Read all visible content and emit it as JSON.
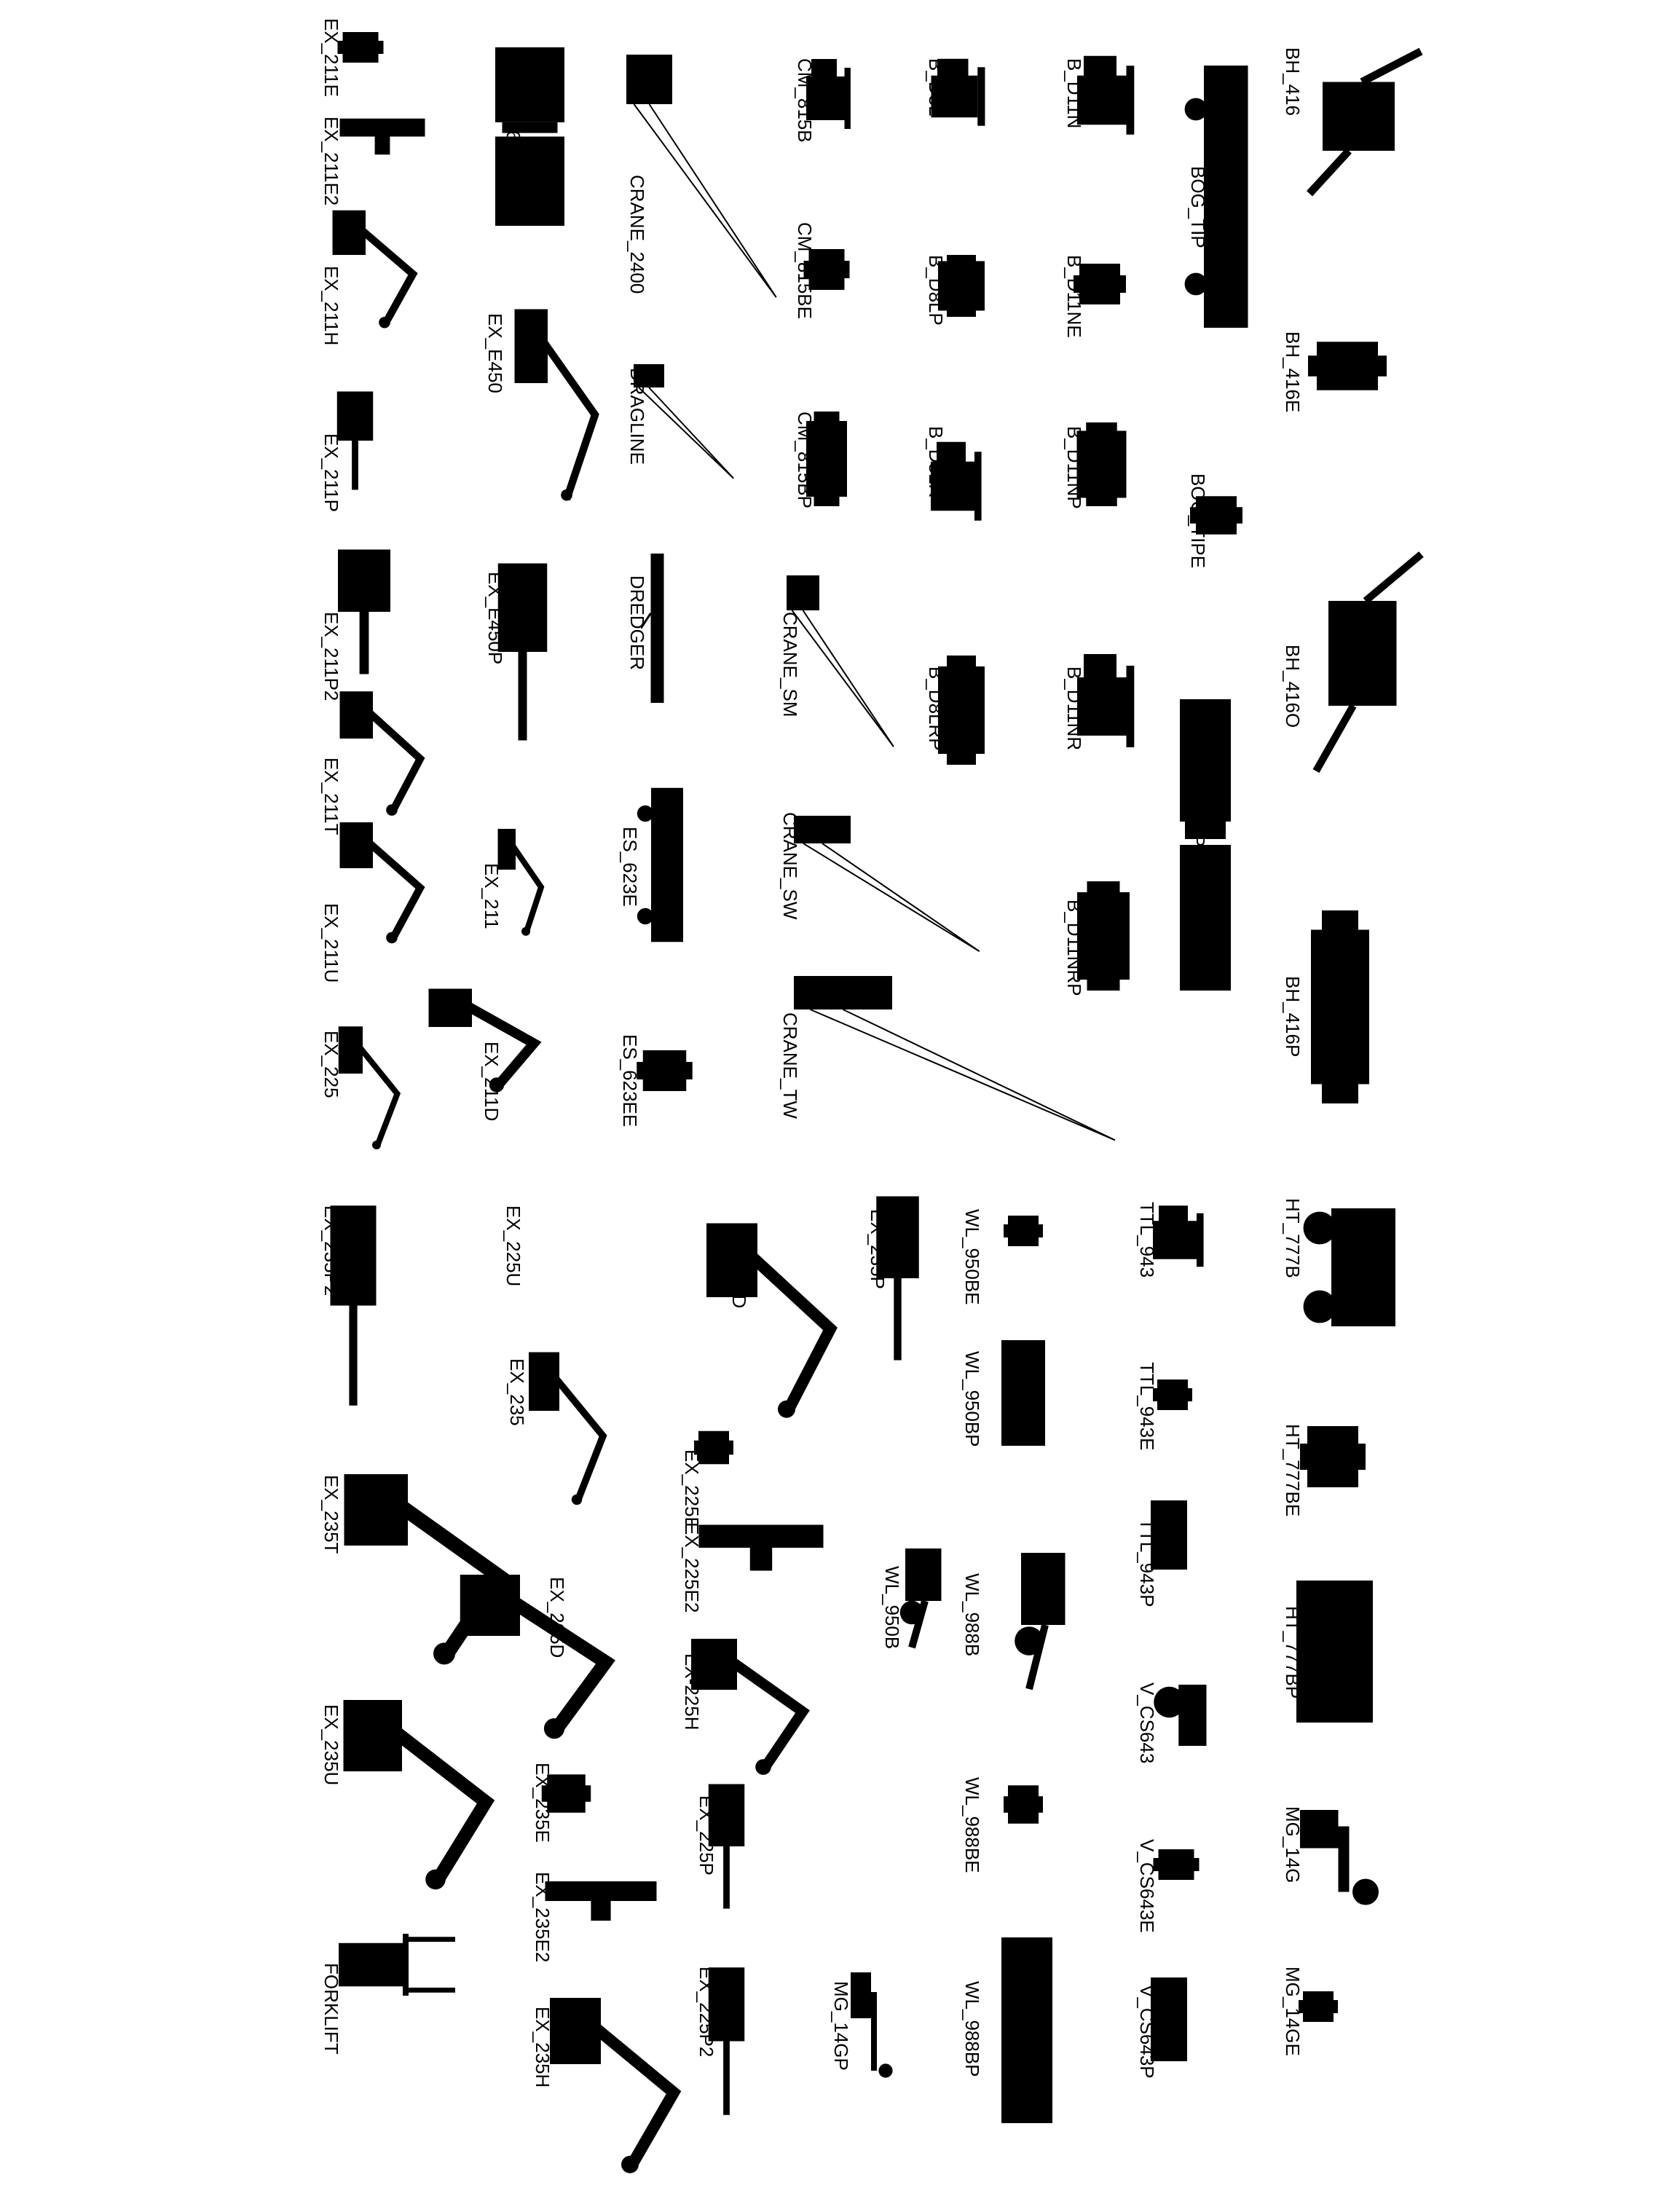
{
  "title": "",
  "ink_color": "#000000",
  "background": "#ffffff",
  "symbols": [
    {
      "id": "bh-416",
      "label": "BH_416",
      "icon": "backhoe-loader-icon"
    },
    {
      "id": "bh-416e",
      "label": "BH_416E",
      "icon": "backhoe-end-view-icon"
    },
    {
      "id": "bh-416o",
      "label": "BH_416O",
      "icon": "backhoe-loader-icon"
    },
    {
      "id": "bh-416p",
      "label": "BH_416P",
      "icon": "backhoe-plan-icon"
    },
    {
      "id": "bog-tip",
      "label": "BOG_TIP",
      "icon": "bogie-tipper-icon"
    },
    {
      "id": "bog-tipe",
      "label": "BOG_TIPE",
      "icon": "tipper-end-view-icon"
    },
    {
      "id": "bog-tipp",
      "label": "BOG_TIPP",
      "icon": "tipper-plan-icon"
    },
    {
      "id": "b-d11n",
      "label": "B_D11N",
      "icon": "bulldozer-icon"
    },
    {
      "id": "b-d11ne",
      "label": "B_D11NE",
      "icon": "bulldozer-end-view-icon"
    },
    {
      "id": "b-d11np",
      "label": "B_D11NP",
      "icon": "bulldozer-plan-icon"
    },
    {
      "id": "b-d11nr",
      "label": "B_D11NR",
      "icon": "ripper-dozer-icon"
    },
    {
      "id": "b-d11nrp",
      "label": "B_D11NRP",
      "icon": "ripper-dozer-plan-icon"
    },
    {
      "id": "b-d8l",
      "label": "B_D8L",
      "icon": "bulldozer-icon"
    },
    {
      "id": "b-d8lp",
      "label": "B_D8LP",
      "icon": "bulldozer-plan-icon"
    },
    {
      "id": "b-d8lr",
      "label": "B_D8LR",
      "icon": "ripper-dozer-icon"
    },
    {
      "id": "b-d8lrp",
      "label": "B_D8LRP",
      "icon": "ripper-dozer-plan-icon"
    },
    {
      "id": "cm-815b",
      "label": "CM_815B",
      "icon": "compactor-icon"
    },
    {
      "id": "cm-815be",
      "label": "CM_815BE",
      "icon": "compactor-end-view-icon"
    },
    {
      "id": "cm-815bp",
      "label": "CM_815BP",
      "icon": "compactor-plan-icon"
    },
    {
      "id": "crane-sm",
      "label": "CRANE_SM",
      "icon": "mobile-crane-icon"
    },
    {
      "id": "crane-sw",
      "label": "CRANE_SW",
      "icon": "lattice-crane-icon"
    },
    {
      "id": "crane-tw",
      "label": "CRANE_TW",
      "icon": "tower-crane-icon"
    },
    {
      "id": "crane-2400",
      "label": "CRANE_2400",
      "icon": "crawler-crane-icon"
    },
    {
      "id": "dragline",
      "label": "DRAGLINE",
      "icon": "dragline-icon"
    },
    {
      "id": "dredger",
      "label": "DREDGER",
      "icon": "dredger-icon"
    },
    {
      "id": "es-623e",
      "label": "ES_623E",
      "icon": "scraper-icon"
    },
    {
      "id": "es-623ee",
      "label": "ES_623EE",
      "icon": "scraper-end-view-icon"
    },
    {
      "id": "es-623ep",
      "label": "ES_623EP",
      "icon": "scraper-plan-icon"
    },
    {
      "id": "ex-e450",
      "label": "EX_E450",
      "icon": "excavator-icon"
    },
    {
      "id": "ex-e450p",
      "label": "EX_E450P",
      "icon": "excavator-plan-icon"
    },
    {
      "id": "ex-211",
      "label": "EX_211",
      "icon": "excavator-icon"
    },
    {
      "id": "ex-211d",
      "label": "EX_211D",
      "icon": "excavator-icon"
    },
    {
      "id": "ex-211e",
      "label": "EX_211E",
      "icon": "excavator-end-view-icon"
    },
    {
      "id": "ex-211e2",
      "label": "EX_211E2",
      "icon": "excavator-plan-icon"
    },
    {
      "id": "ex-211h",
      "label": "EX_211H",
      "icon": "excavator-icon"
    },
    {
      "id": "ex-211p",
      "label": "EX_211P",
      "icon": "excavator-plan-icon"
    },
    {
      "id": "ex-211p2",
      "label": "EX_211P2",
      "icon": "excavator-plan-icon"
    },
    {
      "id": "ex-211t",
      "label": "EX_211T",
      "icon": "excavator-icon"
    },
    {
      "id": "ex-211u",
      "label": "EX_211U",
      "icon": "excavator-icon"
    },
    {
      "id": "ex-225",
      "label": "EX_225",
      "icon": "excavator-icon"
    },
    {
      "id": "ex-225d",
      "label": "EX_225D",
      "icon": "excavator-icon"
    },
    {
      "id": "ex-225e",
      "label": "EX_225E",
      "icon": "excavator-end-view-icon"
    },
    {
      "id": "ex-225e2",
      "label": "EX_225E2",
      "icon": "excavator-plan-icon"
    },
    {
      "id": "ex-225h",
      "label": "EX-225H",
      "icon": "excavator-icon"
    },
    {
      "id": "ex-225p",
      "label": "EX_225P",
      "icon": "excavator-plan-icon"
    },
    {
      "id": "ex-225p2",
      "label": "EX_225P2",
      "icon": "excavator-plan-icon"
    },
    {
      "id": "ex-225u",
      "label": "EX_225U",
      "icon": "excavator-icon"
    },
    {
      "id": "ex-235",
      "label": "EX_235",
      "icon": "excavator-icon"
    },
    {
      "id": "ex-235d",
      "label": "EX_235D",
      "icon": "excavator-icon"
    },
    {
      "id": "ex-235e",
      "label": "EX_235E",
      "icon": "excavator-end-view-icon"
    },
    {
      "id": "ex-235e2",
      "label": "EX_235E2",
      "icon": "excavator-plan-icon"
    },
    {
      "id": "ex-235h",
      "label": "EX_235H",
      "icon": "excavator-icon"
    },
    {
      "id": "ex-235p",
      "label": "EX_235P",
      "icon": "excavator-plan-icon"
    },
    {
      "id": "ex-235p2",
      "label": "EX_235P2",
      "icon": "excavator-plan-icon"
    },
    {
      "id": "ex-235t",
      "label": "EX_235T",
      "icon": "excavator-icon"
    },
    {
      "id": "ex-235u",
      "label": "EX_235U",
      "icon": "excavator-icon"
    },
    {
      "id": "forklift",
      "label": "FORKLIFT",
      "icon": "forklift-icon"
    },
    {
      "id": "ht-777b",
      "label": "HT_777B",
      "icon": "haul-truck-icon"
    },
    {
      "id": "ht-777be",
      "label": "HT_777BE",
      "icon": "haul-truck-end-view-icon"
    },
    {
      "id": "ht-777bp",
      "label": "HT_777BP",
      "icon": "haul-truck-plan-icon"
    },
    {
      "id": "mg-14g",
      "label": "MG_14G",
      "icon": "motor-grader-icon"
    },
    {
      "id": "mg-14ge",
      "label": "MG_14GE",
      "icon": "motor-grader-end-view-icon"
    },
    {
      "id": "mg-14gp",
      "label": "MG_14GP",
      "icon": "motor-grader-plan-icon"
    },
    {
      "id": "ttl-943",
      "label": "TTL_943",
      "icon": "track-loader-icon"
    },
    {
      "id": "ttl-943e",
      "label": "TTL_943E",
      "icon": "track-loader-end-view-icon"
    },
    {
      "id": "ttl-943p",
      "label": "TTL_943P",
      "icon": "track-loader-plan-icon"
    },
    {
      "id": "v-cs643",
      "label": "V_CS643",
      "icon": "vibratory-roller-icon"
    },
    {
      "id": "v-cs643e",
      "label": "V_CS643E",
      "icon": "roller-end-view-icon"
    },
    {
      "id": "v-cs643p",
      "label": "V_CS643P",
      "icon": "roller-plan-icon"
    },
    {
      "id": "wl-950b",
      "label": "WL_950B",
      "icon": "wheel-loader-icon"
    },
    {
      "id": "wl-950be",
      "label": "WL_950BE",
      "icon": "wheel-loader-end-view-icon"
    },
    {
      "id": "wl-950bp",
      "label": "WL_950BP",
      "icon": "wheel-loader-plan-icon"
    },
    {
      "id": "wl-988b",
      "label": "WL_988B",
      "icon": "wheel-loader-icon"
    },
    {
      "id": "wl-988be",
      "label": "WL_988BE",
      "icon": "wheel-loader-end-view-icon"
    },
    {
      "id": "wl-988bp",
      "label": "WL_988BP",
      "icon": "wheel-loader-plan-icon"
    }
  ]
}
